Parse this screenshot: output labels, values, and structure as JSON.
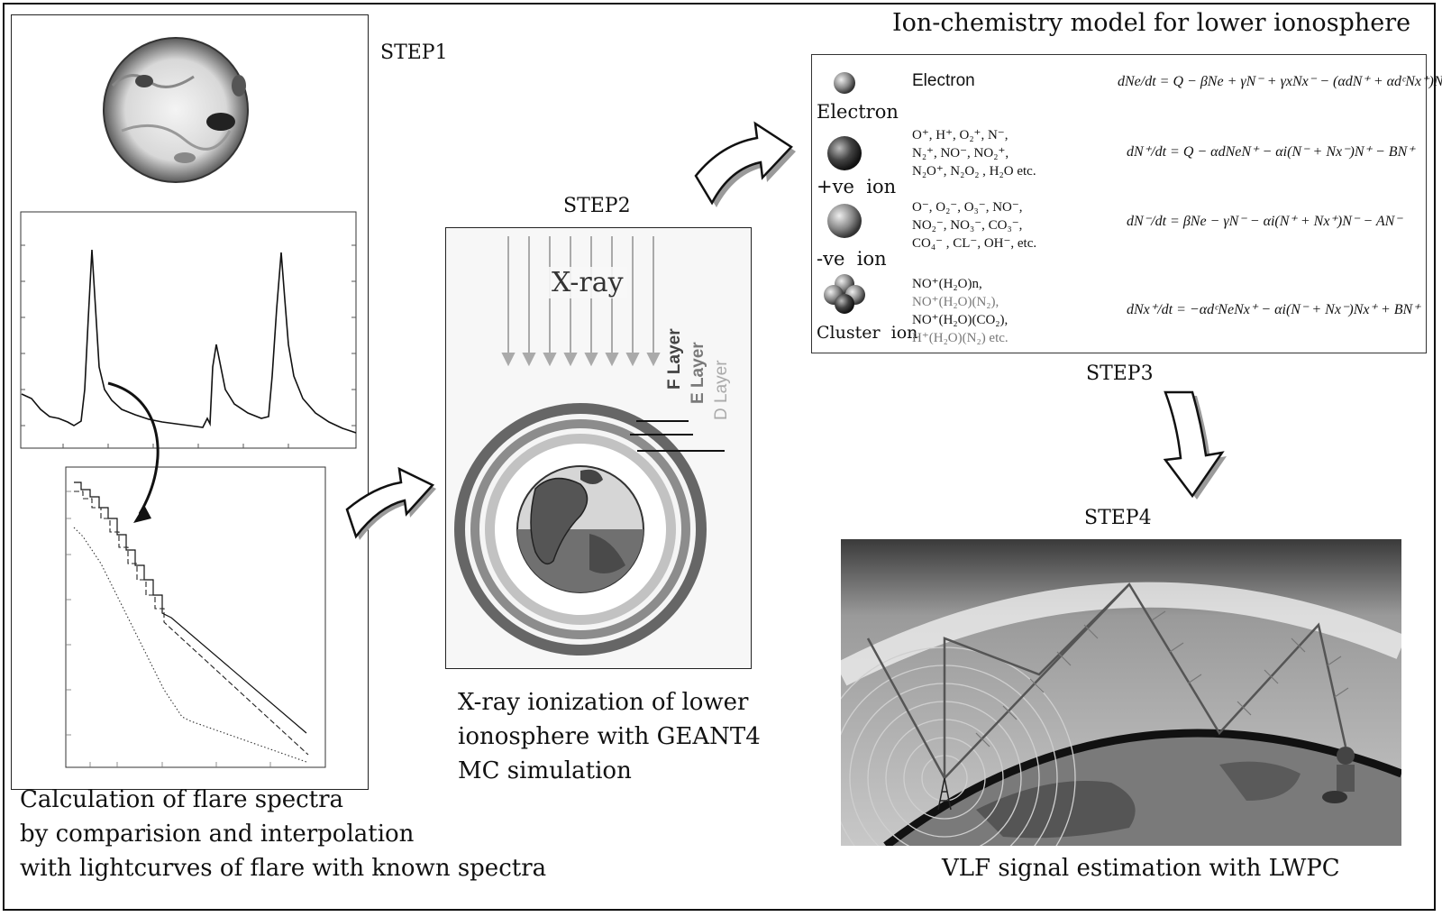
{
  "steps": {
    "step1": "STEP1",
    "step2": "STEP2",
    "step3": "STEP3",
    "step4": "STEP4"
  },
  "captions": {
    "step1_lines": [
      "Calculation of flare spectra",
      "by comparision and interpolation",
      "with lightcurves of flare with known spectra"
    ],
    "step2_lines": [
      "X-ray ionization of lower",
      "ionosphere with GEANT4",
      "MC simulation"
    ],
    "step4": "VLF signal estimation with LWPC"
  },
  "step2_panel": {
    "xray_label": "X-ray",
    "layers": [
      "F Layer",
      "E Layer",
      "D Layer"
    ]
  },
  "chemistry": {
    "title": "Ion-chemistry model for lower ionosphere",
    "species": [
      {
        "label": "Electron",
        "name": "Electron",
        "ions": [],
        "equation_lhs": "dNe/dt",
        "equation_rhs": "= Q − βNe + γN⁻ + γxNx⁻ − (αdN⁺ + αdᶜNx⁺)Ne"
      },
      {
        "label": "+ve  ion",
        "name": "",
        "ions": [
          "O⁺, H⁺, O₂⁺, N⁻,",
          "N₂⁺, NO⁻, NO₂⁺,",
          "N₂O⁺, N₂O₂ , H₂O etc."
        ],
        "equation_lhs": "dN⁺/dt",
        "equation_rhs": "= Q − αdNeN⁺ − αi(N⁻ + Nx⁻)N⁺ − BN⁺"
      },
      {
        "label": "-ve  ion",
        "name": "",
        "ions": [
          "O⁻, O₂⁻, O₃⁻, NO⁻,",
          "NO₂⁻, NO₃⁻, CO₃⁻,",
          "CO₄⁻ , CL⁻, OH⁻, etc."
        ],
        "equation_lhs": "dN⁻/dt",
        "equation_rhs": "= βNe − γN⁻ − αi(N⁺ + Nx⁺)N⁻ − AN⁻"
      },
      {
        "label": "Cluster  ion",
        "name": "",
        "ions": [
          "NO⁺(H₂O)n,",
          "NO⁺(H₂O)(N₂),",
          "NO⁺(H₂O)(CO₂),",
          "H⁺(H₂O)(N₂)  etc."
        ],
        "equation_lhs": "dNx⁺/dt",
        "equation_rhs": "= −αdᶜNeNx⁺ − αi(N⁻ + Nx⁻)Nx⁺ + BN⁺"
      }
    ]
  },
  "colors": {
    "frame": "#111111",
    "arrow_fill": "#ffffff",
    "arrow_shadow": "#9a9a9a",
    "f_layer": "#666666",
    "e_layer": "#8c8c8c",
    "d_layer": "#c2c2c2"
  }
}
